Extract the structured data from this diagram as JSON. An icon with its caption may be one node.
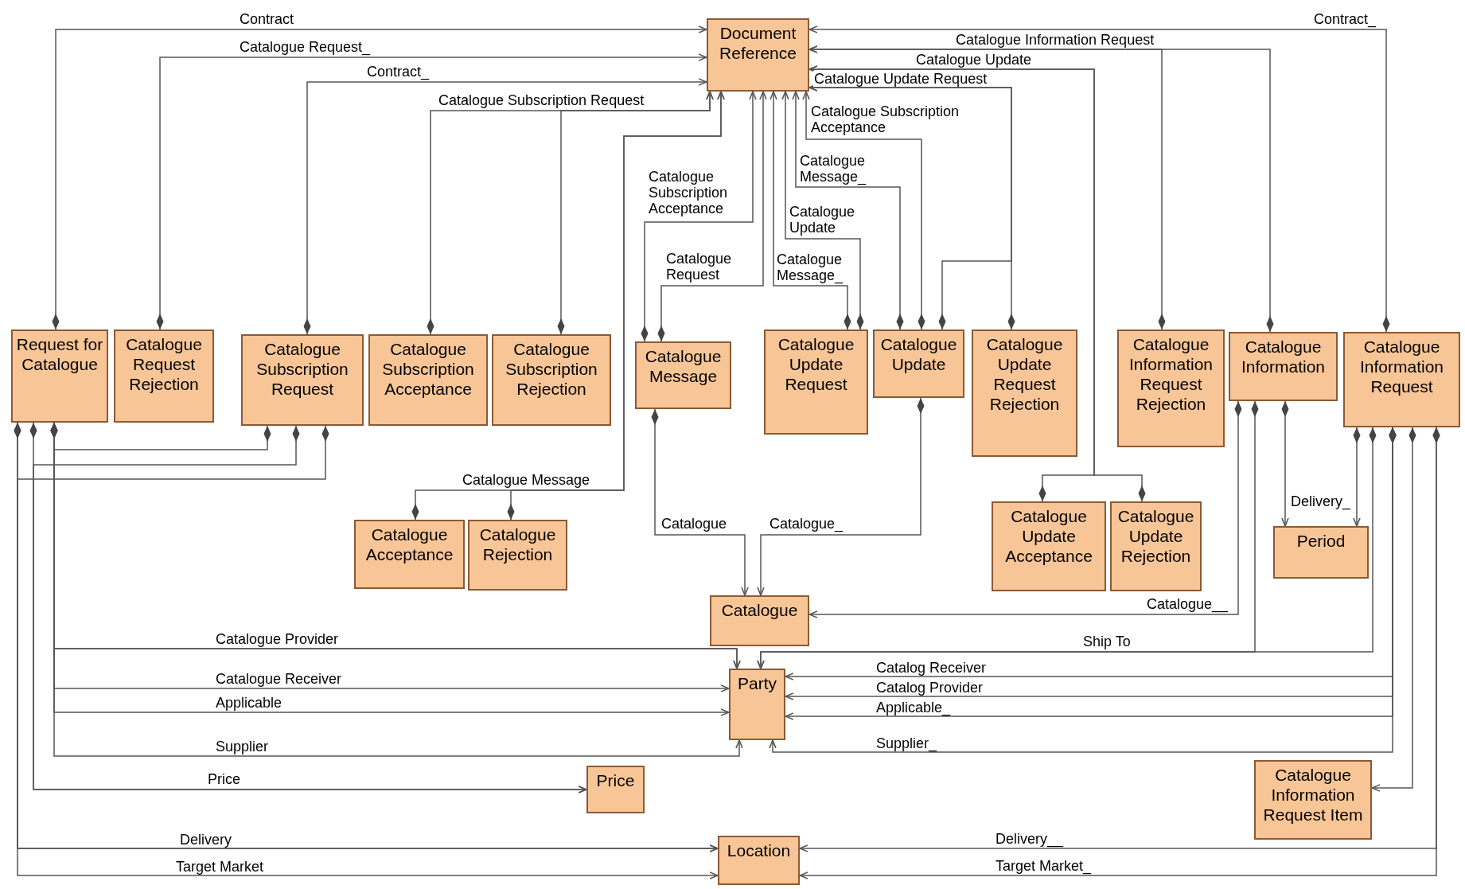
{
  "diagram": {
    "nodes": [
      {
        "text": [
          "Document Reference"
        ]
      },
      {
        "text": [
          "Request for Catalogue"
        ]
      },
      {
        "text": [
          "Catalogue Request Rejection"
        ]
      },
      {
        "text": [
          "Catalogue Subscription Request"
        ]
      },
      {
        "text": [
          "Catalogue Subscription Acceptance"
        ]
      },
      {
        "text": [
          "Catalogue Subscription Rejection"
        ]
      },
      {
        "text": [
          "Catalogue Message"
        ]
      },
      {
        "text": [
          "Catalogue Update Request"
        ]
      },
      {
        "text": [
          "Catalogue Update"
        ]
      },
      {
        "text": [
          "Catalogue Update Request Rejection"
        ]
      },
      {
        "text": [
          "Catalogue Information Request Rejection"
        ]
      },
      {
        "text": [
          "Catalogue Information"
        ]
      },
      {
        "text": [
          "Catalogue Information Request"
        ]
      },
      {
        "text": [
          "Catalogue Acceptance"
        ]
      },
      {
        "text": [
          "Catalogue Rejection"
        ]
      },
      {
        "text": [
          "Catalogue Update Acceptance"
        ]
      },
      {
        "text": [
          "Catalogue Update Rejection"
        ]
      },
      {
        "text": [
          "Period"
        ]
      },
      {
        "text": [
          "Catalogue"
        ]
      },
      {
        "text": [
          "Party"
        ]
      },
      {
        "text": [
          "Price"
        ]
      },
      {
        "text": [
          "Catalogue Information Request Item"
        ]
      },
      {
        "text": [
          "Location"
        ]
      }
    ],
    "edges": [
      {
        "from": 1,
        "to": 0,
        "arrow": "to",
        "label": "Contract"
      },
      {
        "from": 2,
        "to": 0,
        "arrow": "to",
        "label": "Catalogue Request_"
      },
      {
        "from": 3,
        "to": 0,
        "arrow": "to",
        "label": "Contract_"
      },
      {
        "from": 4,
        "to": 0,
        "arrow": "to",
        "label": "Catalogue Subscription Request"
      },
      {
        "from": 5,
        "to": 0,
        "arrow": "to"
      },
      {
        "from": 13,
        "to": 0,
        "arrow": "to",
        "label": "Catalogue Message"
      },
      {
        "from": 14,
        "to": 0,
        "arrow": "to"
      },
      {
        "from": 6,
        "to": 0,
        "arrow": "to",
        "label": "Catalogue Subscription Acceptance"
      },
      {
        "from": 6,
        "to": 0,
        "arrow": "to",
        "label": "Catalogue Request"
      },
      {
        "from": 7,
        "to": 0,
        "arrow": "to",
        "label": "Catalogue Update"
      },
      {
        "from": 7,
        "to": 0,
        "arrow": "to",
        "label": "Catalogue Message_"
      },
      {
        "from": 8,
        "to": 0,
        "arrow": "to",
        "label": "Catalogue Message_"
      },
      {
        "from": 8,
        "to": 0,
        "arrow": "to",
        "label": "Catalogue Subscription Acceptance"
      },
      {
        "from": 8,
        "to": 0,
        "arrow": "to",
        "label": "Catalogue Update Request"
      },
      {
        "from": 9,
        "to": 0,
        "arrow": "to"
      },
      {
        "from": 15,
        "to": 0,
        "arrow": "to",
        "label": "Catalogue Update"
      },
      {
        "from": 16,
        "to": 0,
        "arrow": "to"
      },
      {
        "from": 10,
        "to": 0,
        "arrow": "to",
        "label": "Catalogue Information Request"
      },
      {
        "from": 11,
        "to": 0,
        "arrow": "to"
      },
      {
        "from": 12,
        "to": 0,
        "arrow": "to",
        "label": "Contract_"
      },
      {
        "from": 6,
        "to": 18,
        "arrow": "to",
        "label": "Catalogue"
      },
      {
        "from": 8,
        "to": 18,
        "arrow": "to",
        "label": "Catalogue_"
      },
      {
        "from": 11,
        "to": 18,
        "arrow": "to",
        "label": "Catalogue__"
      },
      {
        "from": 11,
        "to": 19,
        "arrow": "to",
        "label": "Ship To"
      },
      {
        "from": 12,
        "to": 19,
        "arrow": "to"
      },
      {
        "from": 11,
        "to": 17,
        "arrow": "to",
        "label": "Delivery_"
      },
      {
        "from": 12,
        "to": 17,
        "arrow": "to"
      },
      {
        "from": 12,
        "to": 19,
        "arrow": "to",
        "label": "Catalog Receiver"
      },
      {
        "from": 12,
        "to": 19,
        "arrow": "to",
        "label": "Catalog Provider"
      },
      {
        "from": 12,
        "to": 19,
        "arrow": "to",
        "label": "Applicable_"
      },
      {
        "from": 12,
        "to": 19,
        "arrow": "to",
        "label": "Supplier_"
      },
      {
        "from": 12,
        "to": 21,
        "arrow": "to"
      },
      {
        "from": 12,
        "to": 22,
        "arrow": "to",
        "label": "Delivery__"
      },
      {
        "from": 12,
        "to": 22,
        "arrow": "to",
        "label": "Target Market_"
      },
      {
        "from": 1,
        "to": 19,
        "arrow": "to",
        "label": "Catalogue Provider"
      },
      {
        "from": 1,
        "to": 19,
        "arrow": "to",
        "label": "Catalogue Receiver"
      },
      {
        "from": 1,
        "to": 19,
        "arrow": "to",
        "label": "Applicable"
      },
      {
        "from": 1,
        "to": 19,
        "arrow": "to",
        "label": "Supplier"
      },
      {
        "from": 3,
        "to": 19,
        "arrow": "to"
      },
      {
        "from": 1,
        "to": 20,
        "arrow": "to",
        "label": "Price"
      },
      {
        "from": 3,
        "to": 20,
        "arrow": "to"
      },
      {
        "from": 1,
        "to": 22,
        "arrow": "to",
        "label": "Delivery"
      },
      {
        "from": 1,
        "to": 22,
        "arrow": "to",
        "label": "Target Market"
      },
      {
        "from": 3,
        "to": 22,
        "arrow": "to"
      }
    ]
  }
}
